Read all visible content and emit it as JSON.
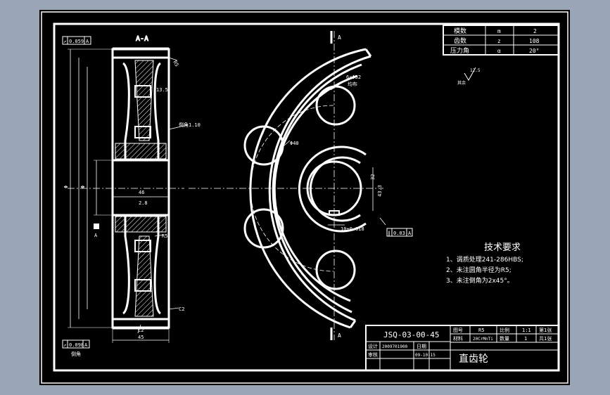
{
  "section_label": "A-A",
  "cut_marks": {
    "top": "A",
    "bottom": "A"
  },
  "gear_table": {
    "rows": [
      {
        "name": "模数",
        "symbol": "m",
        "value": "2"
      },
      {
        "name": "齿数",
        "symbol": "z",
        "value": "108"
      },
      {
        "name": "压力角",
        "symbol": "α",
        "value": "20°"
      }
    ]
  },
  "surface_finish": {
    "value": "12.5",
    "note": "其余"
  },
  "tolerance_frames": {
    "top_left": {
      "symbol": "↗",
      "value": "0.059",
      "datum": "A"
    },
    "bottom_left": {
      "symbol": "↗",
      "value": "0.098",
      "datum": "A"
    },
    "right": {
      "symbol": "∥",
      "value": "0.03",
      "datum": "A"
    }
  },
  "dims": {
    "r_top": "R5",
    "val_135": "13.5",
    "chamfer": "倒角1.10",
    "width_46": "46",
    "val_28": "2.8",
    "r_mid": "R5",
    "c2": "C2",
    "r_bottom": "C2",
    "width_45": "45",
    "chamfer_bottom": "倒角",
    "hole_note": "6×Φ32",
    "hole_note2": "均布",
    "dia_40": "Φ40",
    "bore_32": "32",
    "key_433": "43.3",
    "key_10": "10±0.018",
    "dia_left": "Φ",
    "dia_left2": "Φ",
    "datum_a": "A"
  },
  "technical_requirements": {
    "title": "技术要求",
    "items": [
      "1、调质处理241-286HBS;",
      "2、未注圆角半径为R5;",
      "3、未注倒角为2x45°。"
    ]
  },
  "title_block": {
    "drawing_number": "JSQ-03-00-45",
    "part_name": "直齿轮",
    "ratio_label": "图号",
    "ratio_value": "R5",
    "scale_label": "比例",
    "scale_value": "1:1",
    "sheet_label": "第1张",
    "material_label": "材料",
    "material_value": "20CrMnTi",
    "qty_label": "数量",
    "qty_value": "1",
    "total_label": "共1张",
    "designer_label": "设计",
    "designer_value": "2009701900",
    "date_label": "日期",
    "checker_label": "审核",
    "date_value": "09-10-15"
  }
}
